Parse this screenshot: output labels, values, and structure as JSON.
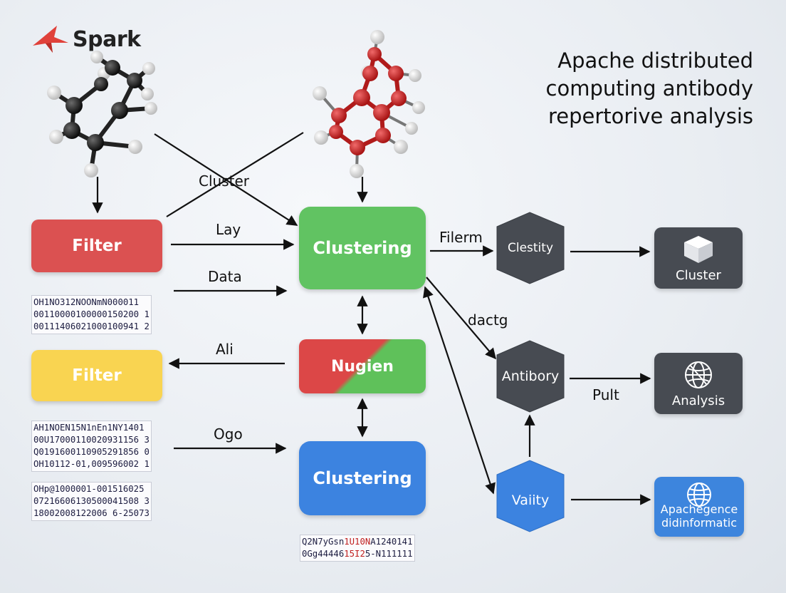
{
  "logo": {
    "text": "Spark",
    "icon": "spark-star-icon",
    "color": "#e0413a"
  },
  "title": "Apache distributed computing antibody repertorive analysis",
  "nodes": {
    "filter_red": {
      "label": "Filter",
      "color": "#db5151"
    },
    "filter_yellow": {
      "label": "Filter",
      "color": "#f9d451"
    },
    "clustering_green": {
      "label": "Clustering",
      "color": "#61c362"
    },
    "nugien": {
      "label": "Nugien",
      "colors": [
        "#dc4747",
        "#5fc15a"
      ]
    },
    "clustering_blue": {
      "label": "Clustering",
      "color": "#3c83e0"
    },
    "clestity": {
      "label": "Clestity",
      "color": "#474b52"
    },
    "antibory": {
      "label": "Antibory",
      "color": "#474b52"
    },
    "vaiity": {
      "label": "Vaiity",
      "color": "#3c83e0"
    },
    "cluster_box": {
      "label": "Cluster",
      "icon": "cube-icon",
      "color": "#474b52"
    },
    "analysis_box": {
      "label": "Analysis",
      "icon": "globe-network-icon",
      "color": "#474b52"
    },
    "apache_box": {
      "label_line1": "Apachegence",
      "label_line2": "didinformatic",
      "icon": "globe-icon",
      "color": "#3d85dd"
    }
  },
  "edge_labels": {
    "cluster": "Cluster",
    "lay": "Lay",
    "data": "Data",
    "ali": "Ali",
    "ogo": "Ogo",
    "filerm": "Filerm",
    "dactg": "dactg",
    "pult": "Pult"
  },
  "molecules": {
    "left": {
      "name": "benzene-molecule-icon",
      "atom_color": "#1a1a1a"
    },
    "right": {
      "name": "red-ring-molecule-icon",
      "atom_color": "#cc1f1f"
    }
  },
  "codeblocks": {
    "block1": [
      "OH1NO312NOONmN000011",
      "00110000100000150200 1",
      "00111406021000100941 2"
    ],
    "block2": [
      "AH1NOEN15N1nEn1NY1401",
      "00U17000110020931156 3",
      "Q0191600110905291856 0",
      "OH10112-01,009596002 1"
    ],
    "block3": [
      "OHp@1000001-001516025",
      "07216606130500041508 3",
      "18002008122006 6-25073"
    ],
    "block4_line1_pre": "Q2N7yGsn",
    "block4_line1_hl": "1U10N",
    "block4_line1_post": "A1240141",
    "block4_line2_pre": "0Gg44446",
    "block4_line2_hl": "15I2",
    "block4_line2_post": "5-N111111"
  }
}
